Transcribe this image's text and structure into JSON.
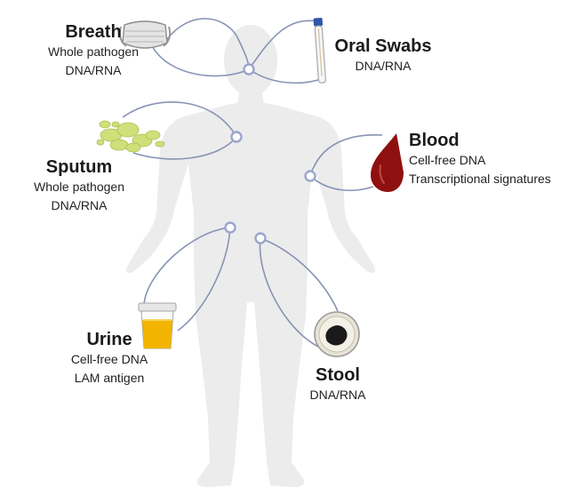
{
  "samples": {
    "breath": {
      "title": "Breath",
      "lines": [
        "Whole pathogen",
        "DNA/RNA"
      ]
    },
    "oral": {
      "title": "Oral Swabs",
      "lines": [
        "DNA/RNA"
      ]
    },
    "blood": {
      "title": "Blood",
      "lines": [
        "Cell-free DNA",
        "Transcriptional signatures"
      ]
    },
    "sputum": {
      "title": "Sputum",
      "lines": [
        "Whole pathogen",
        "DNA/RNA"
      ]
    },
    "urine": {
      "title": "Urine",
      "lines": [
        "Cell-free DNA",
        "LAM antigen"
      ]
    },
    "stool": {
      "title": "Stool",
      "lines": [
        "DNA/RNA"
      ]
    }
  },
  "icons": [
    "face-mask-icon",
    "swab-tube-icon",
    "blood-drop-icon",
    "sputum-icon",
    "urine-cup-icon",
    "stool-dish-icon"
  ],
  "colors": {
    "body": "#ececec",
    "connector": "#8793b5",
    "marker": "#9aa6cc",
    "blood": "#8f1010",
    "urine": "#f2b400",
    "sputum": "#cfe07a",
    "stool": "#1a1a1a",
    "text": "#1a1a1a"
  }
}
